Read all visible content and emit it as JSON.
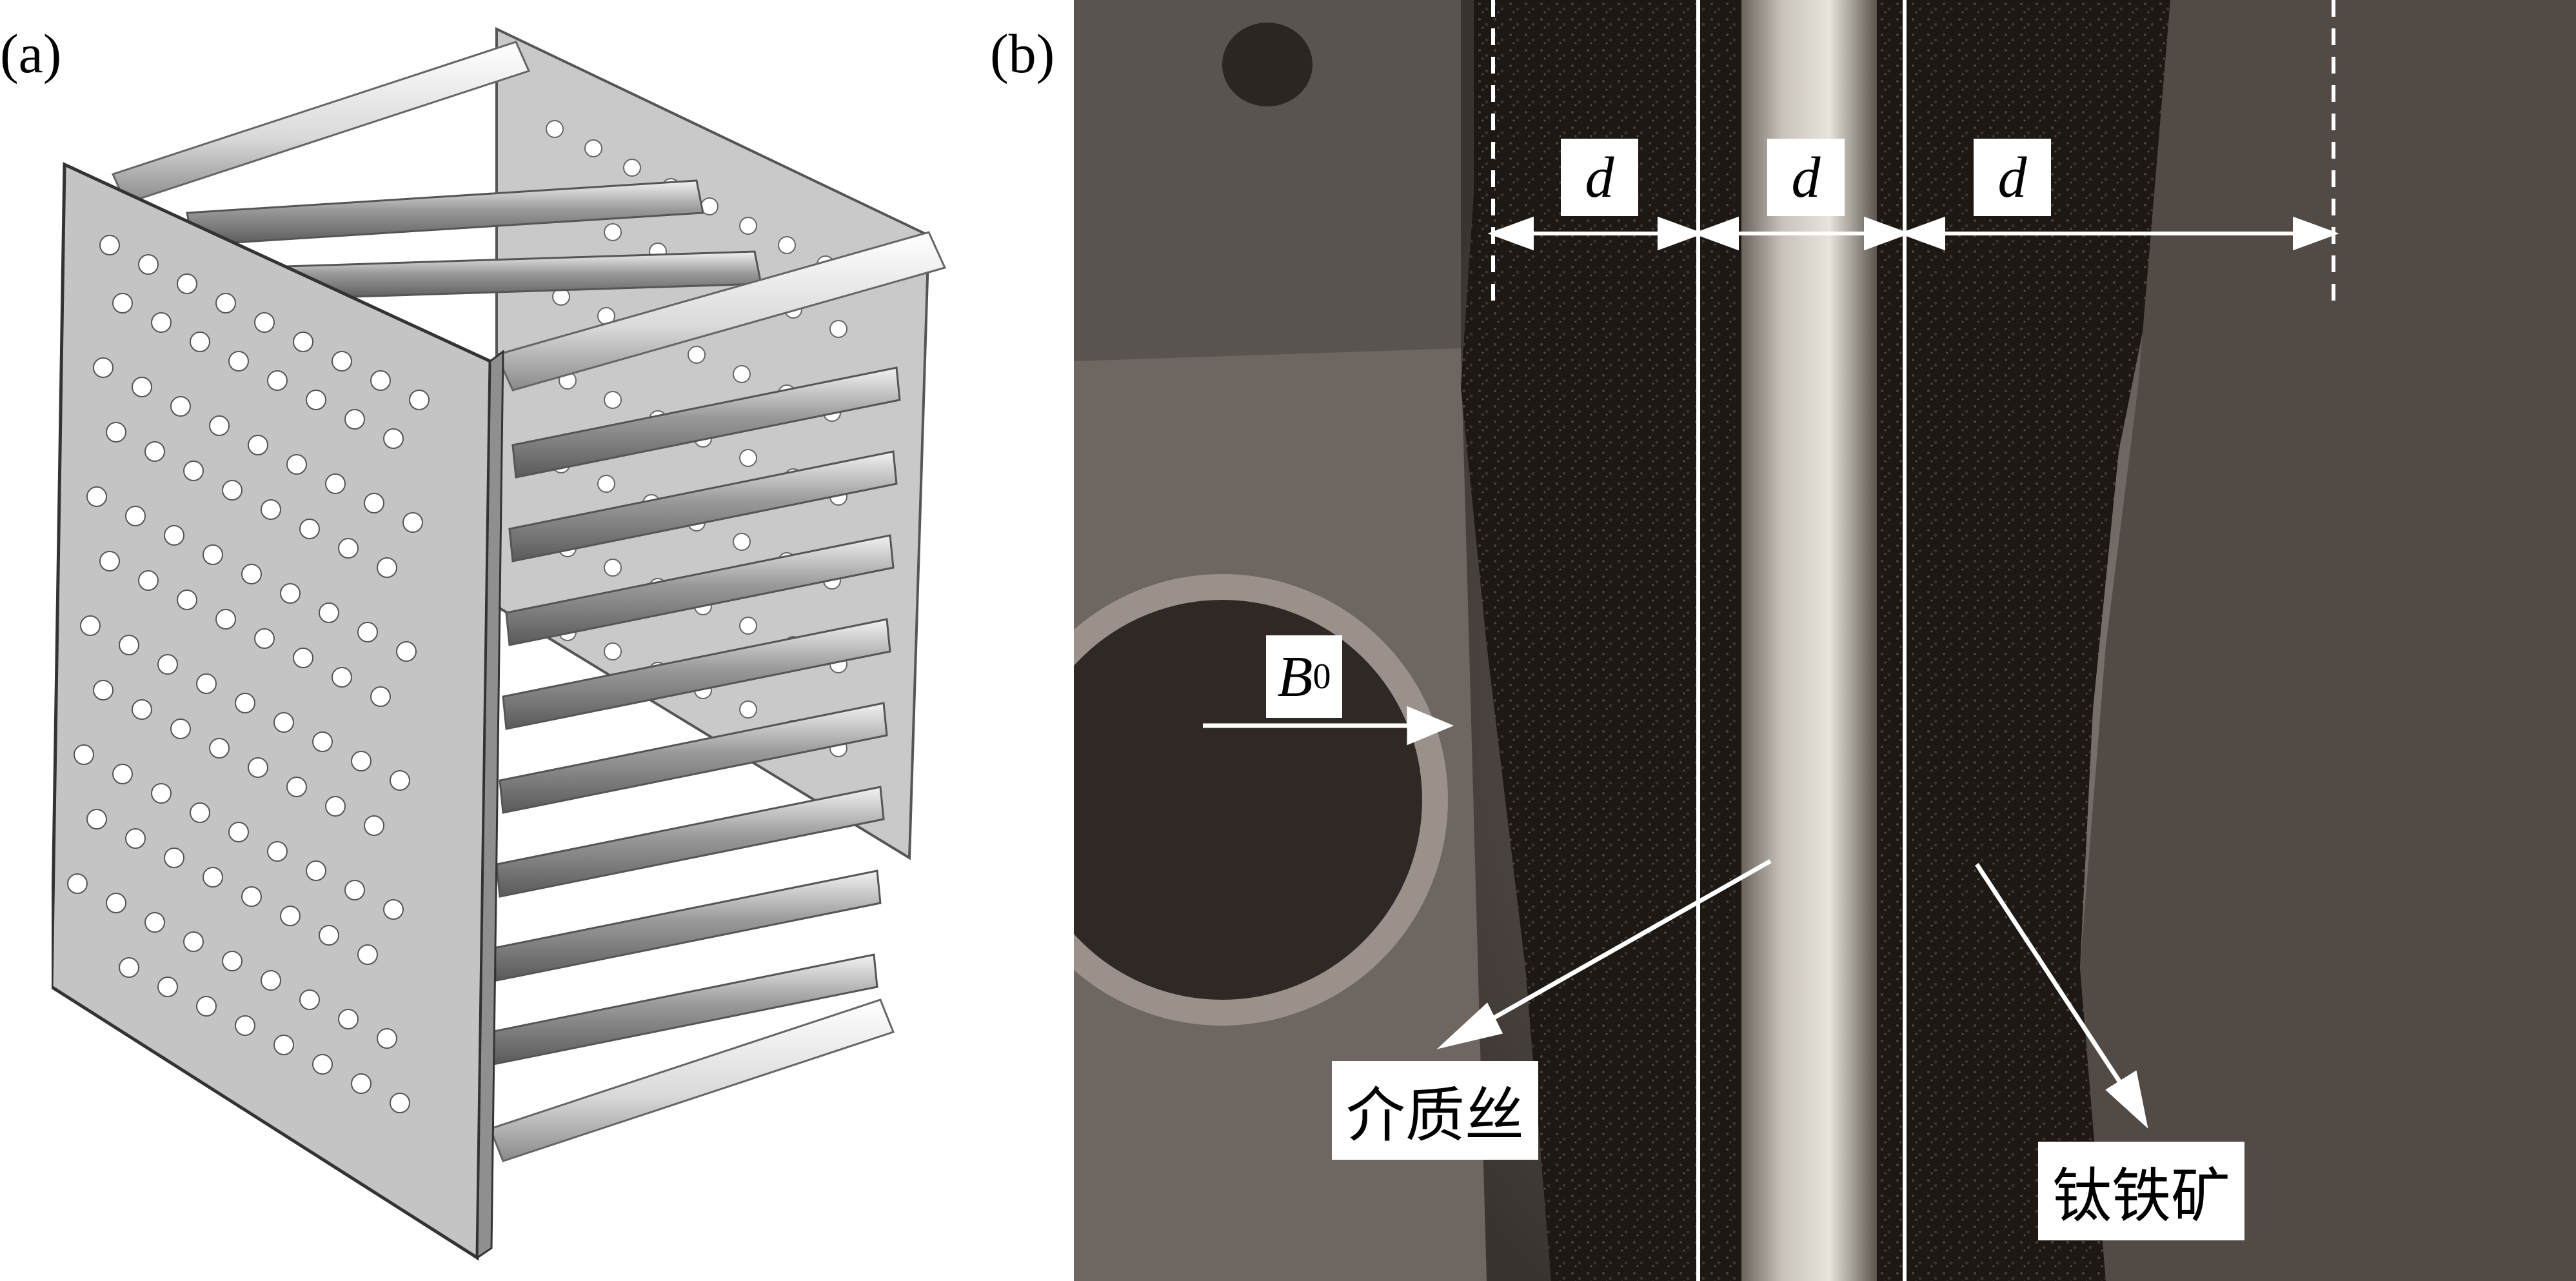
{
  "panels": {
    "a": {
      "label": "(a)"
    },
    "b": {
      "label": "(b)",
      "spacing_label": "d",
      "field_label": "B",
      "field_subscript": "0",
      "wire_label": "介质丝",
      "mineral_label": "钛铁矿"
    }
  }
}
